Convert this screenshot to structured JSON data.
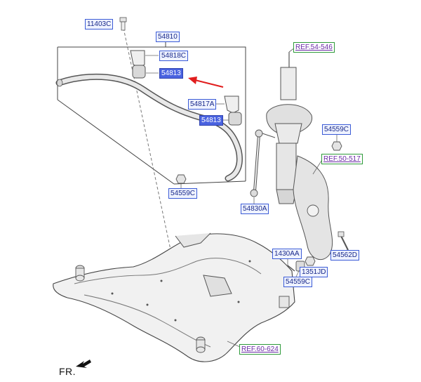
{
  "labels": {
    "p11403c": "11403C",
    "p54810": "54810",
    "p54818c": "54818C",
    "p54813a": "54813",
    "p54817a": "54817A",
    "p54813b": "54813",
    "p54559c_a": "54559C",
    "p54830a": "54830A",
    "p54559c_b": "54559C",
    "p1430aa": "1430AA",
    "p1351jd": "1351JD",
    "p54559c_c": "54559C",
    "p54562d": "54562D"
  },
  "refs": {
    "ref_54_546": "REF.54-546",
    "ref_50_517": "REF.50-517",
    "ref_60_624": "REF.60-624"
  },
  "direction": {
    "text": "FR."
  },
  "colors": {
    "label_border": "#3b5bd6",
    "label_fill": "#eef2ff",
    "highlight_fill": "#4a63e0",
    "ref_border": "#2e9a3a",
    "ref_text": "#6a2aa6",
    "pointer_arrow": "#e11d1d"
  }
}
